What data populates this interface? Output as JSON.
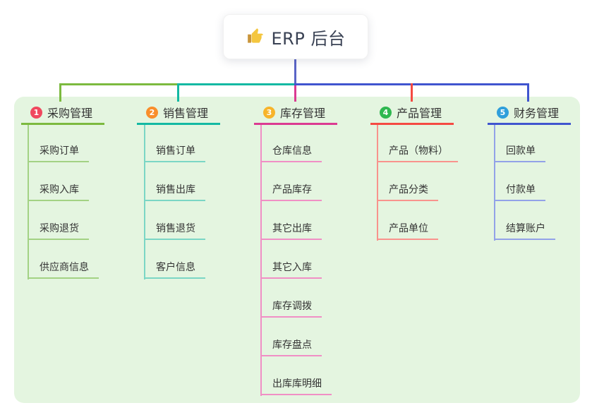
{
  "root": {
    "label": "ERP 后台",
    "icon": "thumbs-up-icon"
  },
  "branches": [
    {
      "badge": "1",
      "label": "采购管理",
      "color": "#7CBA3F",
      "light_color": "#A3D284",
      "badge_color": "#F0485E",
      "children": [
        "采购订单",
        "采购入库",
        "采购退货",
        "供应商信息"
      ]
    },
    {
      "badge": "2",
      "label": "销售管理",
      "color": "#14B9A3",
      "light_color": "#7BD6C5",
      "badge_color": "#F98E2B",
      "children": [
        "销售订单",
        "销售出库",
        "销售退货",
        "客户信息"
      ]
    },
    {
      "badge": "3",
      "label": "库存管理",
      "color": "#DB3A92",
      "light_color": "#F08FC5",
      "badge_color": "#F7B42A",
      "children": [
        "仓库信息",
        "产品库存",
        "其它出库",
        "其它入库",
        "库存调拨",
        "库存盘点",
        "出库库明细"
      ]
    },
    {
      "badge": "4",
      "label": "产品管理",
      "color": "#F54A42",
      "light_color": "#F9938D",
      "badge_color": "#2FB850",
      "children": [
        "产品（物料）",
        "产品分类",
        "产品单位"
      ]
    },
    {
      "badge": "5",
      "label": "财务管理",
      "color": "#4055CF",
      "light_color": "#92A2E8",
      "badge_color": "#2F9FDB",
      "children": [
        "回款单",
        "付款单",
        "结算账户"
      ]
    }
  ],
  "colors": {
    "panel_bg": "#E4F5E0",
    "trunk": "#5A64C7",
    "root_text": "#3A4254"
  }
}
